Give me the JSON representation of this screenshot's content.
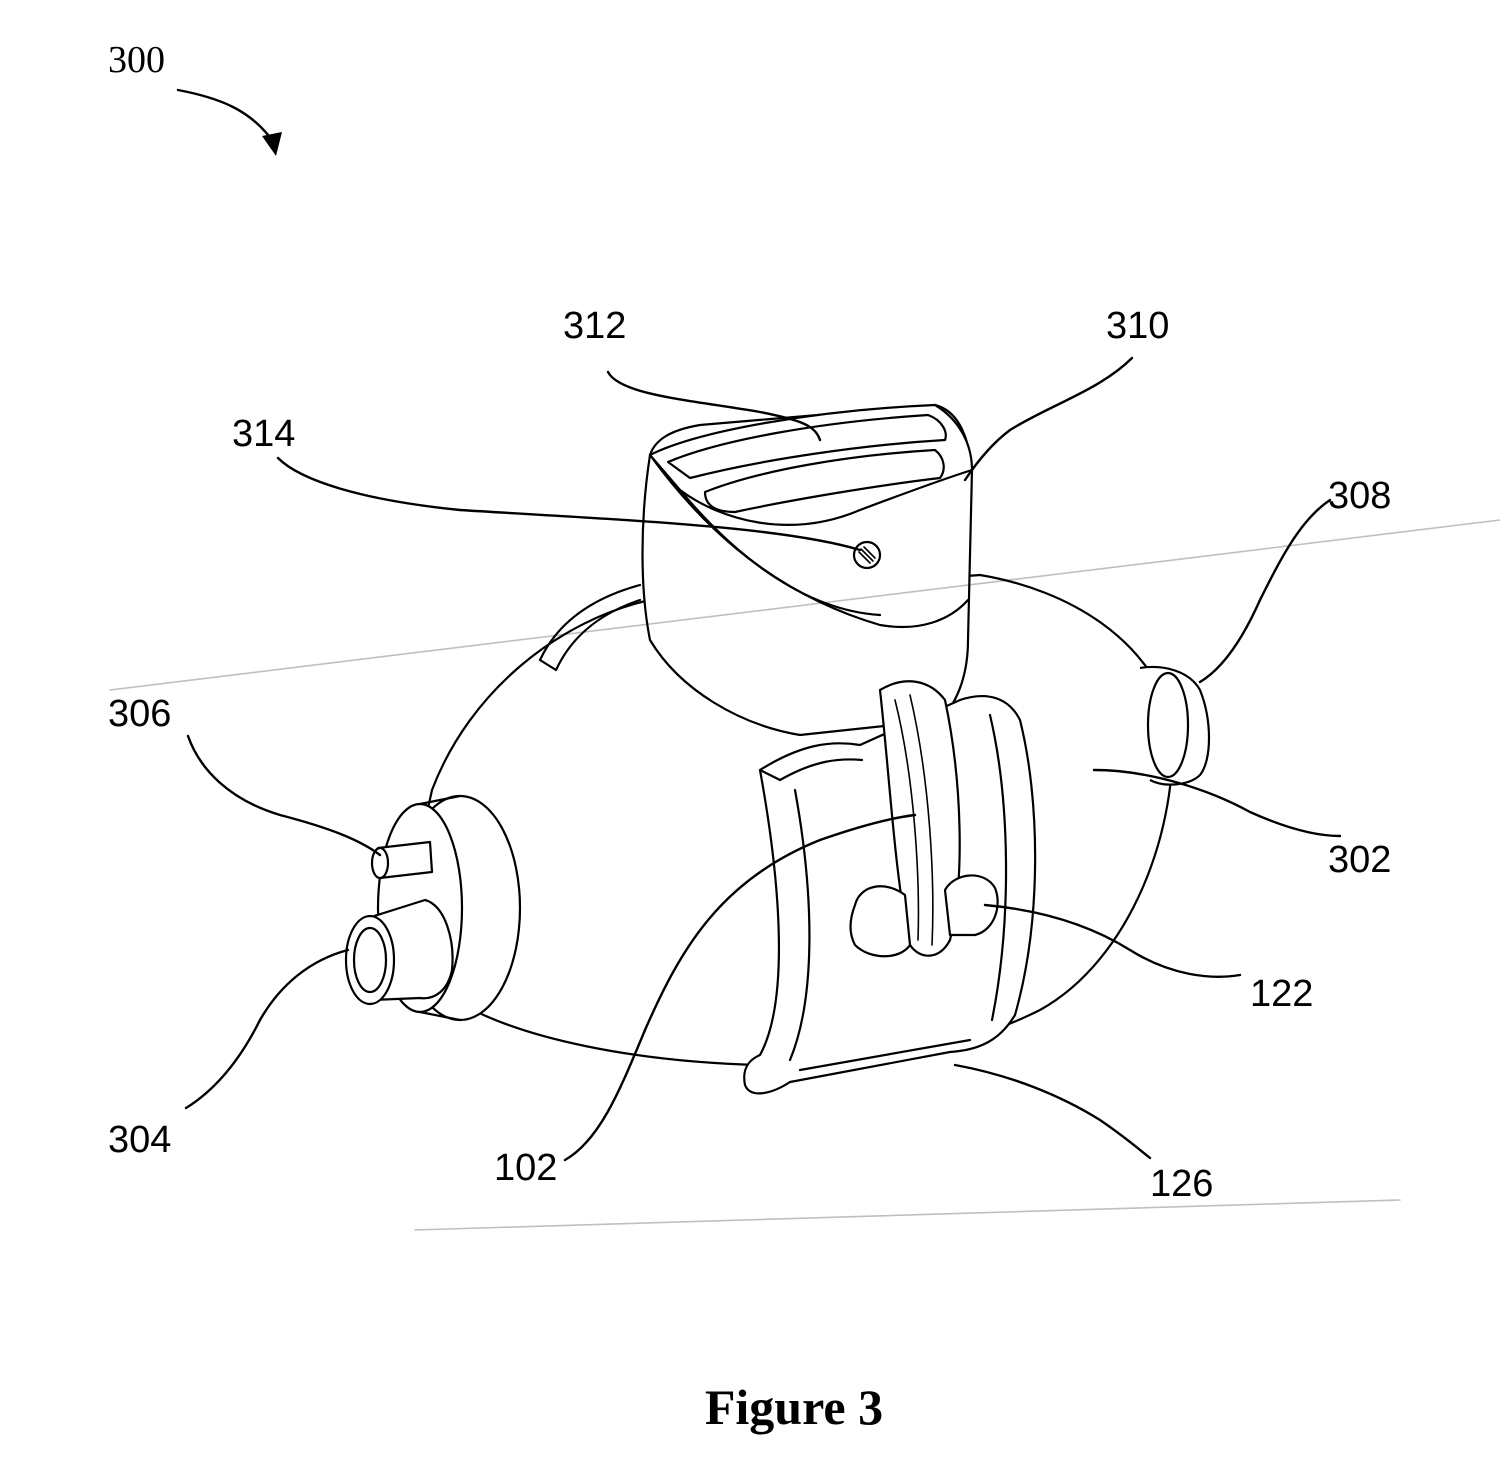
{
  "figure": {
    "caption": "Figure 3",
    "assembly_ref": "300",
    "refs": {
      "r312": "312",
      "r310": "310",
      "r314": "314",
      "r308": "308",
      "r306": "306",
      "r302": "302",
      "r122": "122",
      "r304": "304",
      "r102": "102",
      "r126": "126"
    }
  }
}
